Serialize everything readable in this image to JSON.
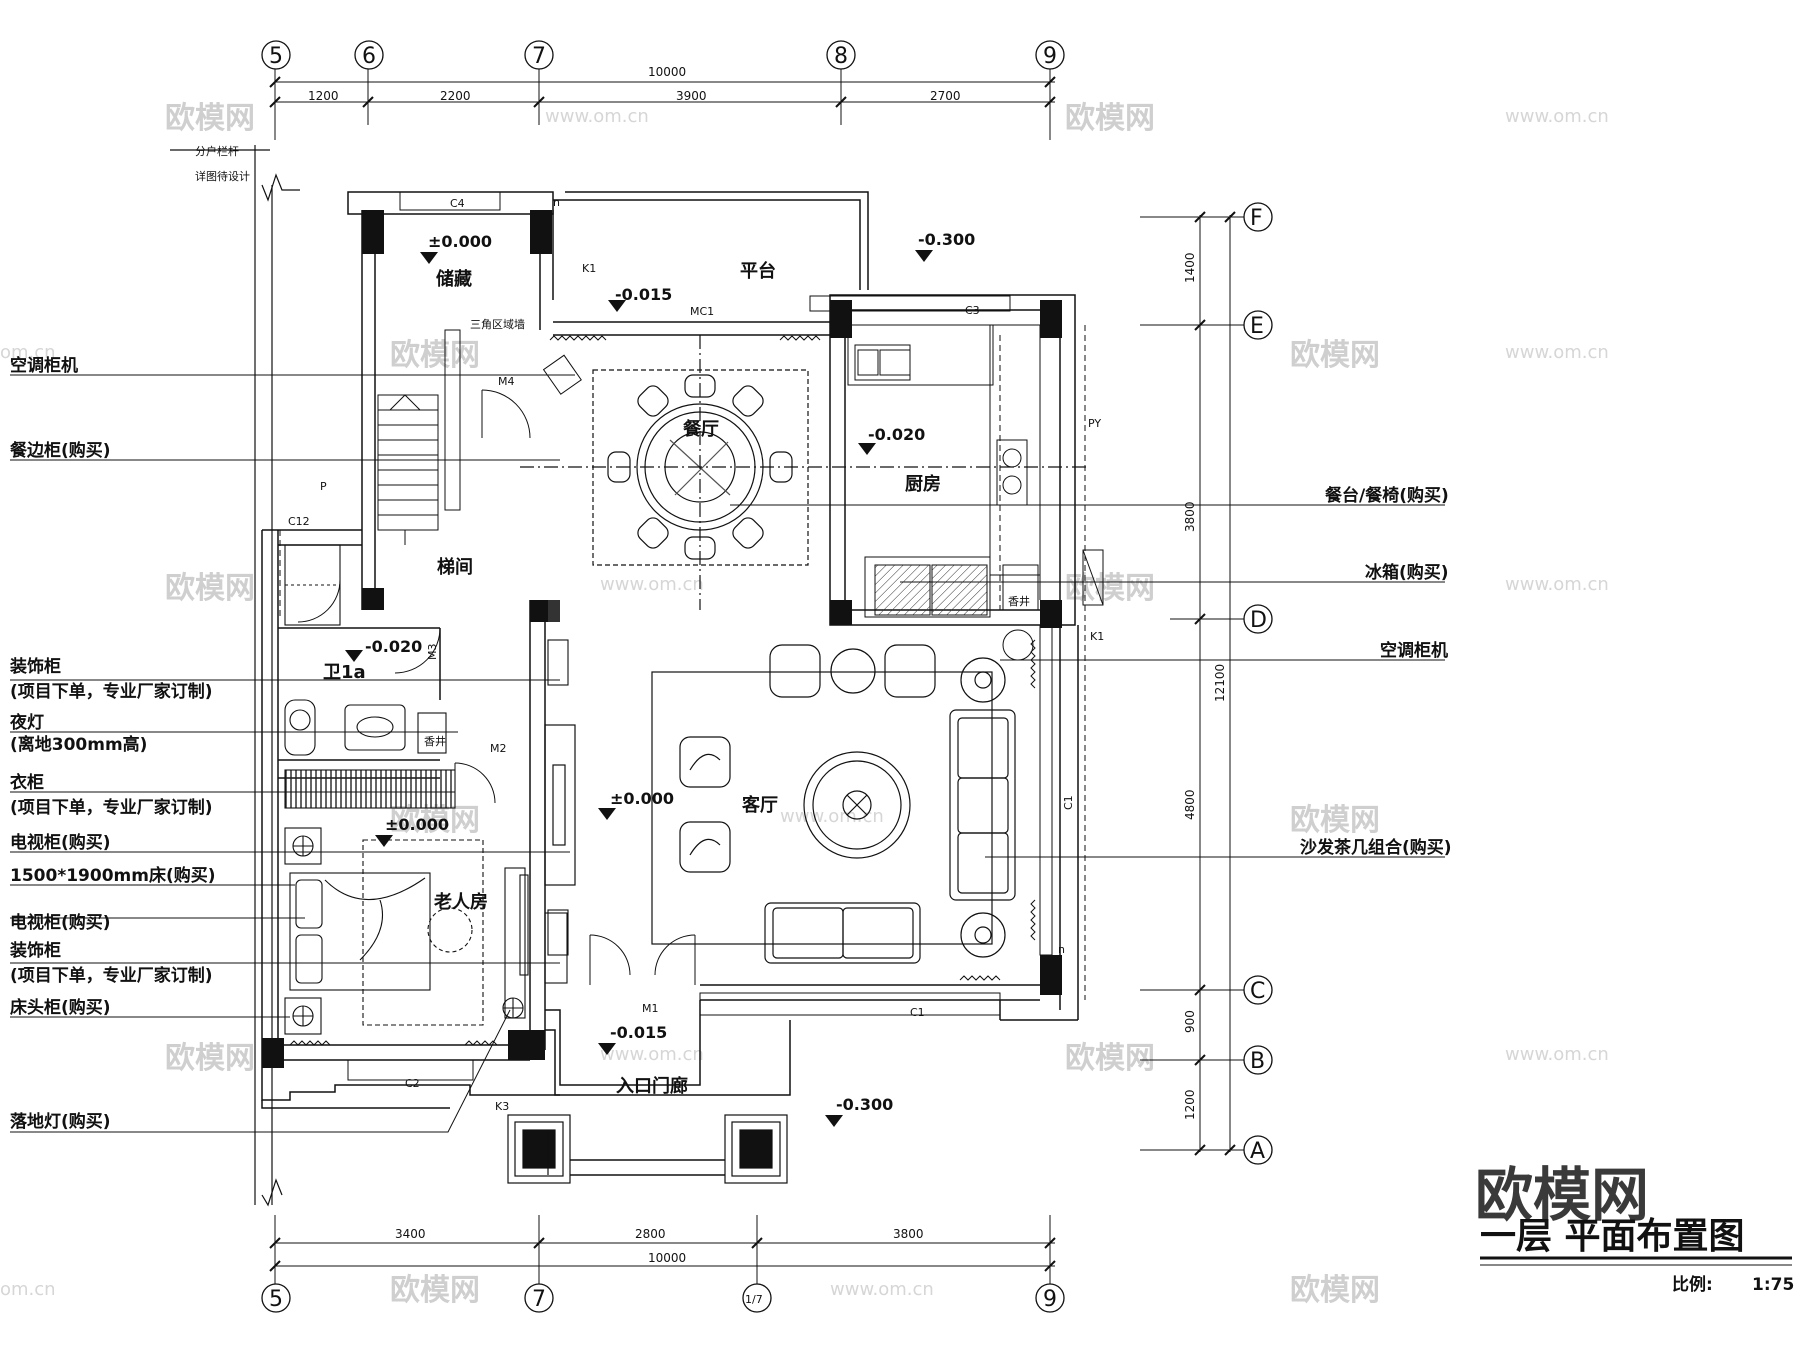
{
  "top_axes": [
    "5",
    "6",
    "7",
    "8",
    "9"
  ],
  "bottom_axes": [
    "5",
    "7",
    "1/7",
    "9"
  ],
  "right_axes": [
    "F",
    "E",
    "D",
    "C",
    "B",
    "A"
  ],
  "top_dims": {
    "total": "10000",
    "segments": [
      "1200",
      "2200",
      "3900",
      "2700"
    ]
  },
  "bottom_dims": {
    "total": "10000",
    "segments": [
      "3400",
      "2800",
      "3800"
    ]
  },
  "right_dims": {
    "total": "12100",
    "segments": [
      "1400",
      "3800",
      "4800",
      "900",
      "1200"
    ]
  },
  "left_note": [
    "分户栏杆",
    "详图待设计"
  ],
  "rooms": {
    "storage": "储藏",
    "platform": "平台",
    "dining": "餐厅",
    "kitchen": "厨房",
    "stair": "梯间",
    "bath": "卫1a",
    "living": "客厅",
    "elder_room": "老人房",
    "entrance": "入口门廊"
  },
  "levels": {
    "storage": "±0.000",
    "platform": "-0.300",
    "mc1": "-0.015",
    "kitchen": "-0.020",
    "bath": "-0.020",
    "living": "±0.000",
    "elder": "±0.000",
    "entrance": "-0.015",
    "outside": "-0.300"
  },
  "tags": {
    "c4": "C4",
    "c3": "C3",
    "c2": "C2",
    "c1_bottom": "C1",
    "c1_side": "C1",
    "c12": "C12",
    "p": "P",
    "k1_top": "K1",
    "k1_right": "K1",
    "k3": "K3",
    "mc1": "MC1",
    "m4": "M4",
    "m3": "M3",
    "m2": "M2",
    "m1": "M1",
    "py": "PY",
    "n1": "n",
    "n2": "n",
    "triangle_wall": "三角区域墙",
    "xiangjing1": "香井",
    "xiangjing2": "香井"
  },
  "left_labels": [
    [
      "空调柜机"
    ],
    [
      "餐边柜(购买)"
    ],
    [
      "装饰柜",
      "(项目下单，专业厂家订制)"
    ],
    [
      "夜灯",
      "(离地300mm高)"
    ],
    [
      "衣柜",
      "(项目下单，专业厂家订制)"
    ],
    [
      "电视柜(购买)"
    ],
    [
      "1500*1900mm床(购买)"
    ],
    [
      "电视柜(购买)"
    ],
    [
      "装饰柜",
      "(项目下单，专业厂家订制)"
    ],
    [
      "床头柜(购买)"
    ],
    [
      "落地灯(购买)"
    ]
  ],
  "right_labels": [
    "餐台/餐椅(购买)",
    "冰箱(购买)",
    "空调柜机",
    "沙发茶几组合(购买)"
  ],
  "title": "一层  平面布置图",
  "scale": {
    "label": "比例:",
    "value": "1:75"
  },
  "watermark": {
    "brand": "欧模网",
    "url": "www.om.cn",
    "url_partial": "om.cn"
  }
}
